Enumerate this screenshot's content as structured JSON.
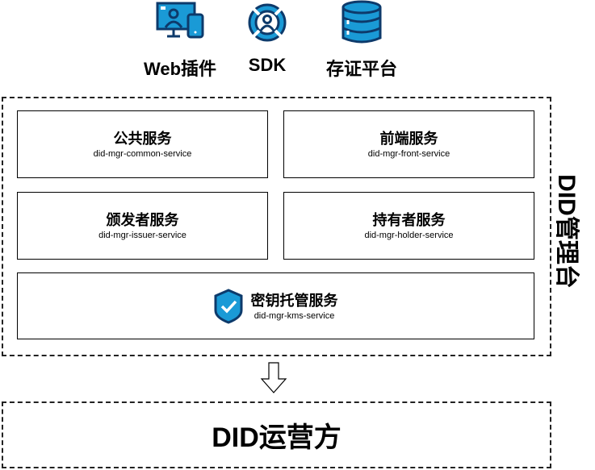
{
  "clients": [
    {
      "label": "Web插件",
      "icon": "web-device-icon"
    },
    {
      "label": "SDK",
      "icon": "sdk-target-icon"
    },
    {
      "label": "存证平台",
      "icon": "database-icon"
    }
  ],
  "platform": {
    "title": "DID管理台",
    "services": [
      {
        "name": "公共服务",
        "id": "did-mgr-common-service"
      },
      {
        "name": "前端服务",
        "id": "did-mgr-front-service"
      },
      {
        "name": "颁发者服务",
        "id": "did-mgr-issuer-service"
      },
      {
        "name": "持有者服务",
        "id": "did-mgr-holder-service"
      },
      {
        "name": "密钥托管服务",
        "id": "did-mgr-kms-service"
      }
    ]
  },
  "operator": {
    "title": "DID运营方"
  },
  "colors": {
    "blue": "#1a9ad6",
    "navy": "#0d3a6b"
  }
}
